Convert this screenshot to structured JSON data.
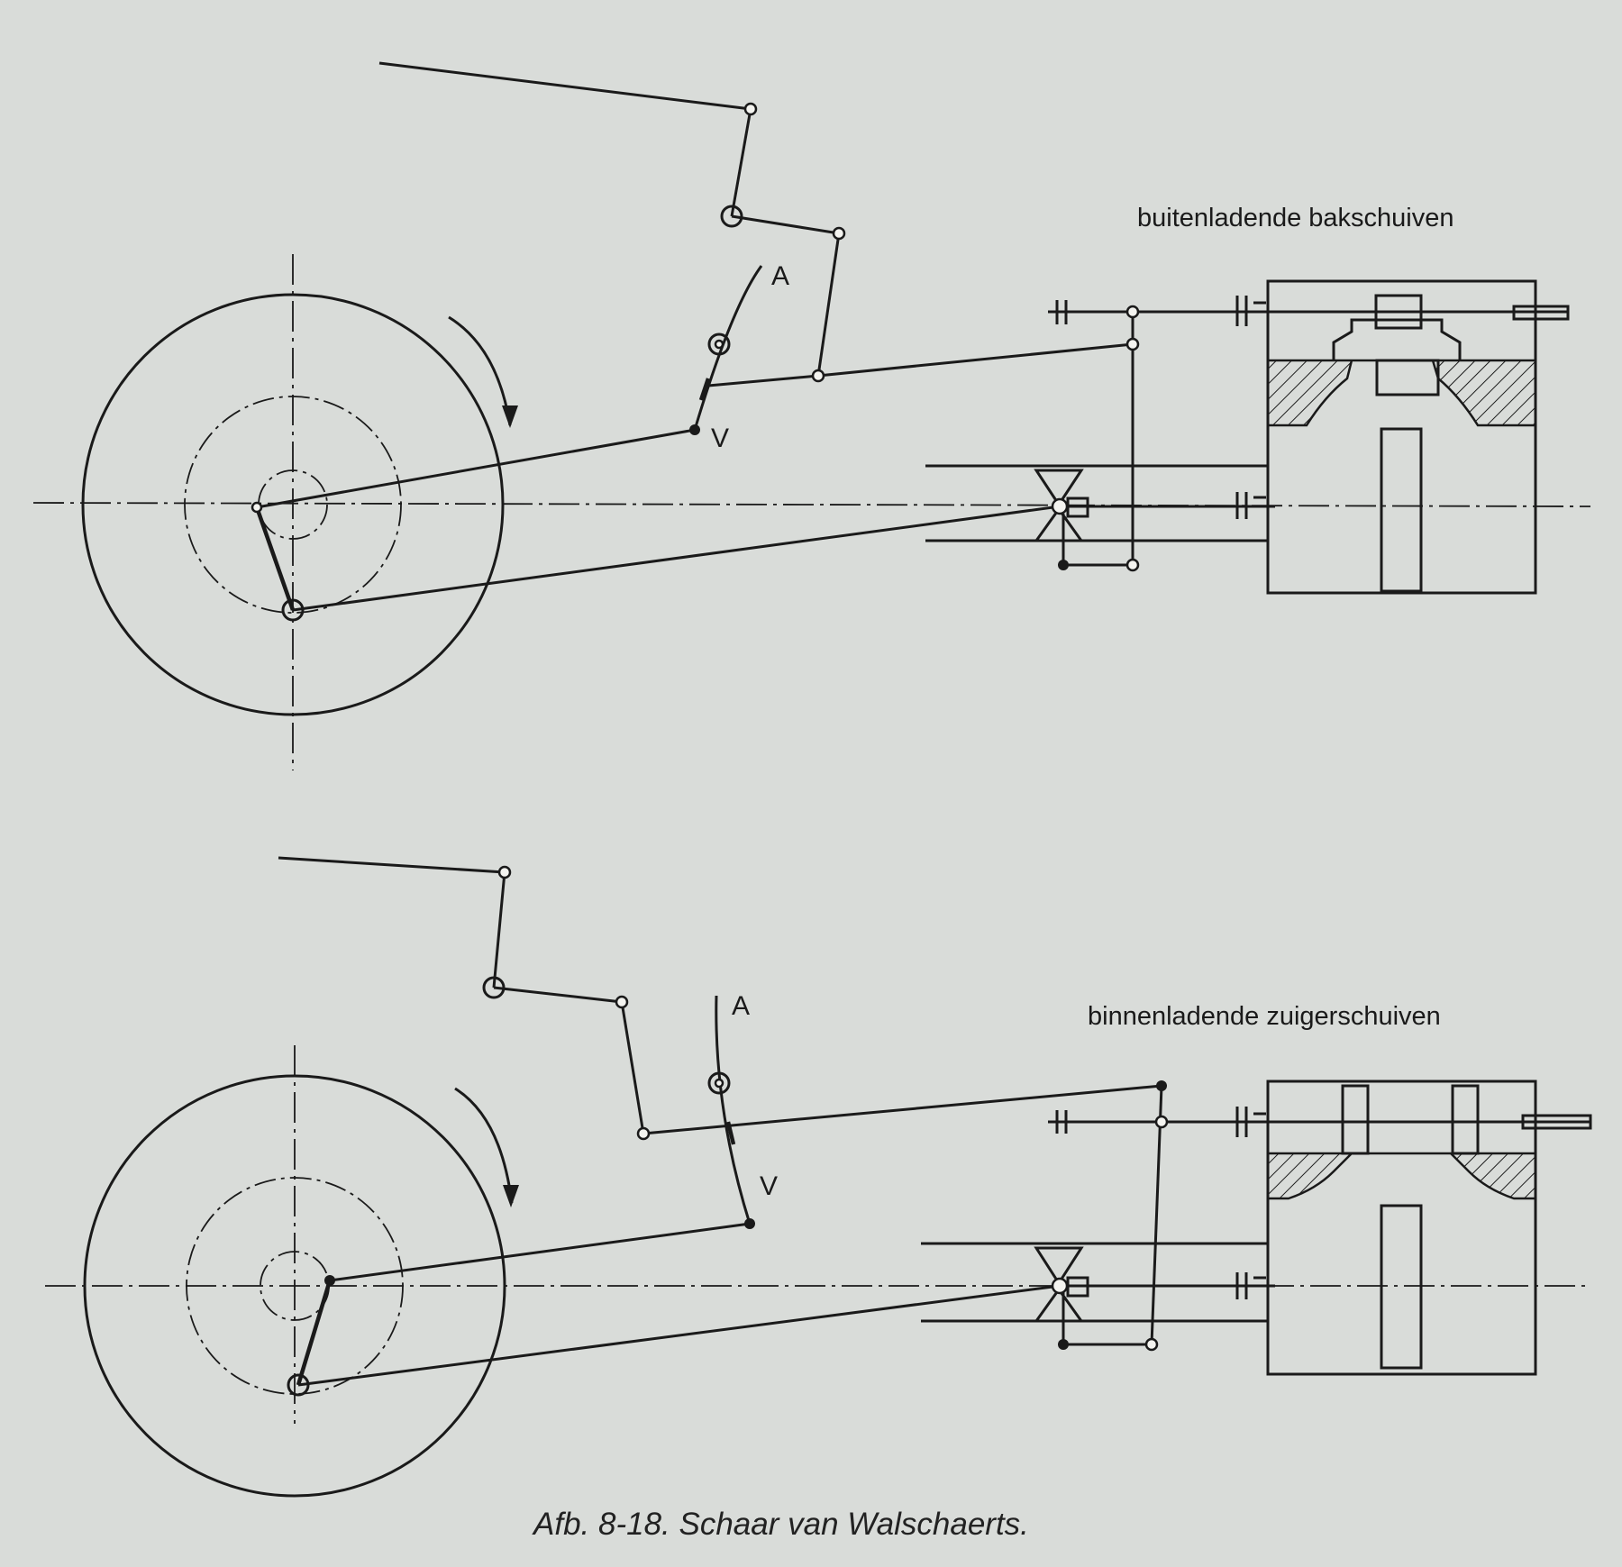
{
  "figure": {
    "caption": "Afb. 8-18. Schaar van Walschaerts.",
    "upper_diagram": {
      "title": "buitenladende bakschuiven",
      "label_a": "A",
      "label_v": "V"
    },
    "lower_diagram": {
      "title": "binnenladende zuigerschuiven",
      "label_a": "A",
      "label_v": "V"
    }
  },
  "colors": {
    "paper": "#d9dcd9",
    "ink": "#1a1a1a"
  }
}
